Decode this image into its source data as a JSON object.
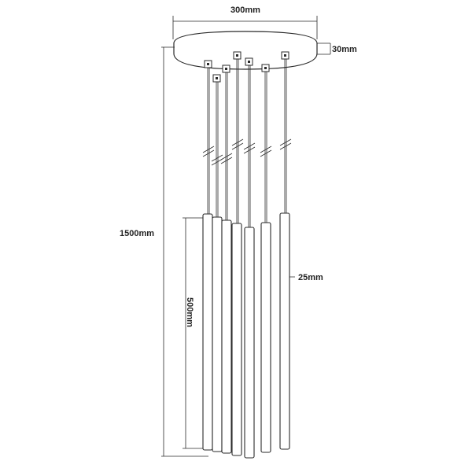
{
  "dimensions": {
    "canopy_width": "300mm",
    "canopy_height": "30mm",
    "overall_drop": "1500mm",
    "tube_length": "500mm",
    "tube_diameter": "25mm"
  },
  "pendants": {
    "count": 7
  }
}
